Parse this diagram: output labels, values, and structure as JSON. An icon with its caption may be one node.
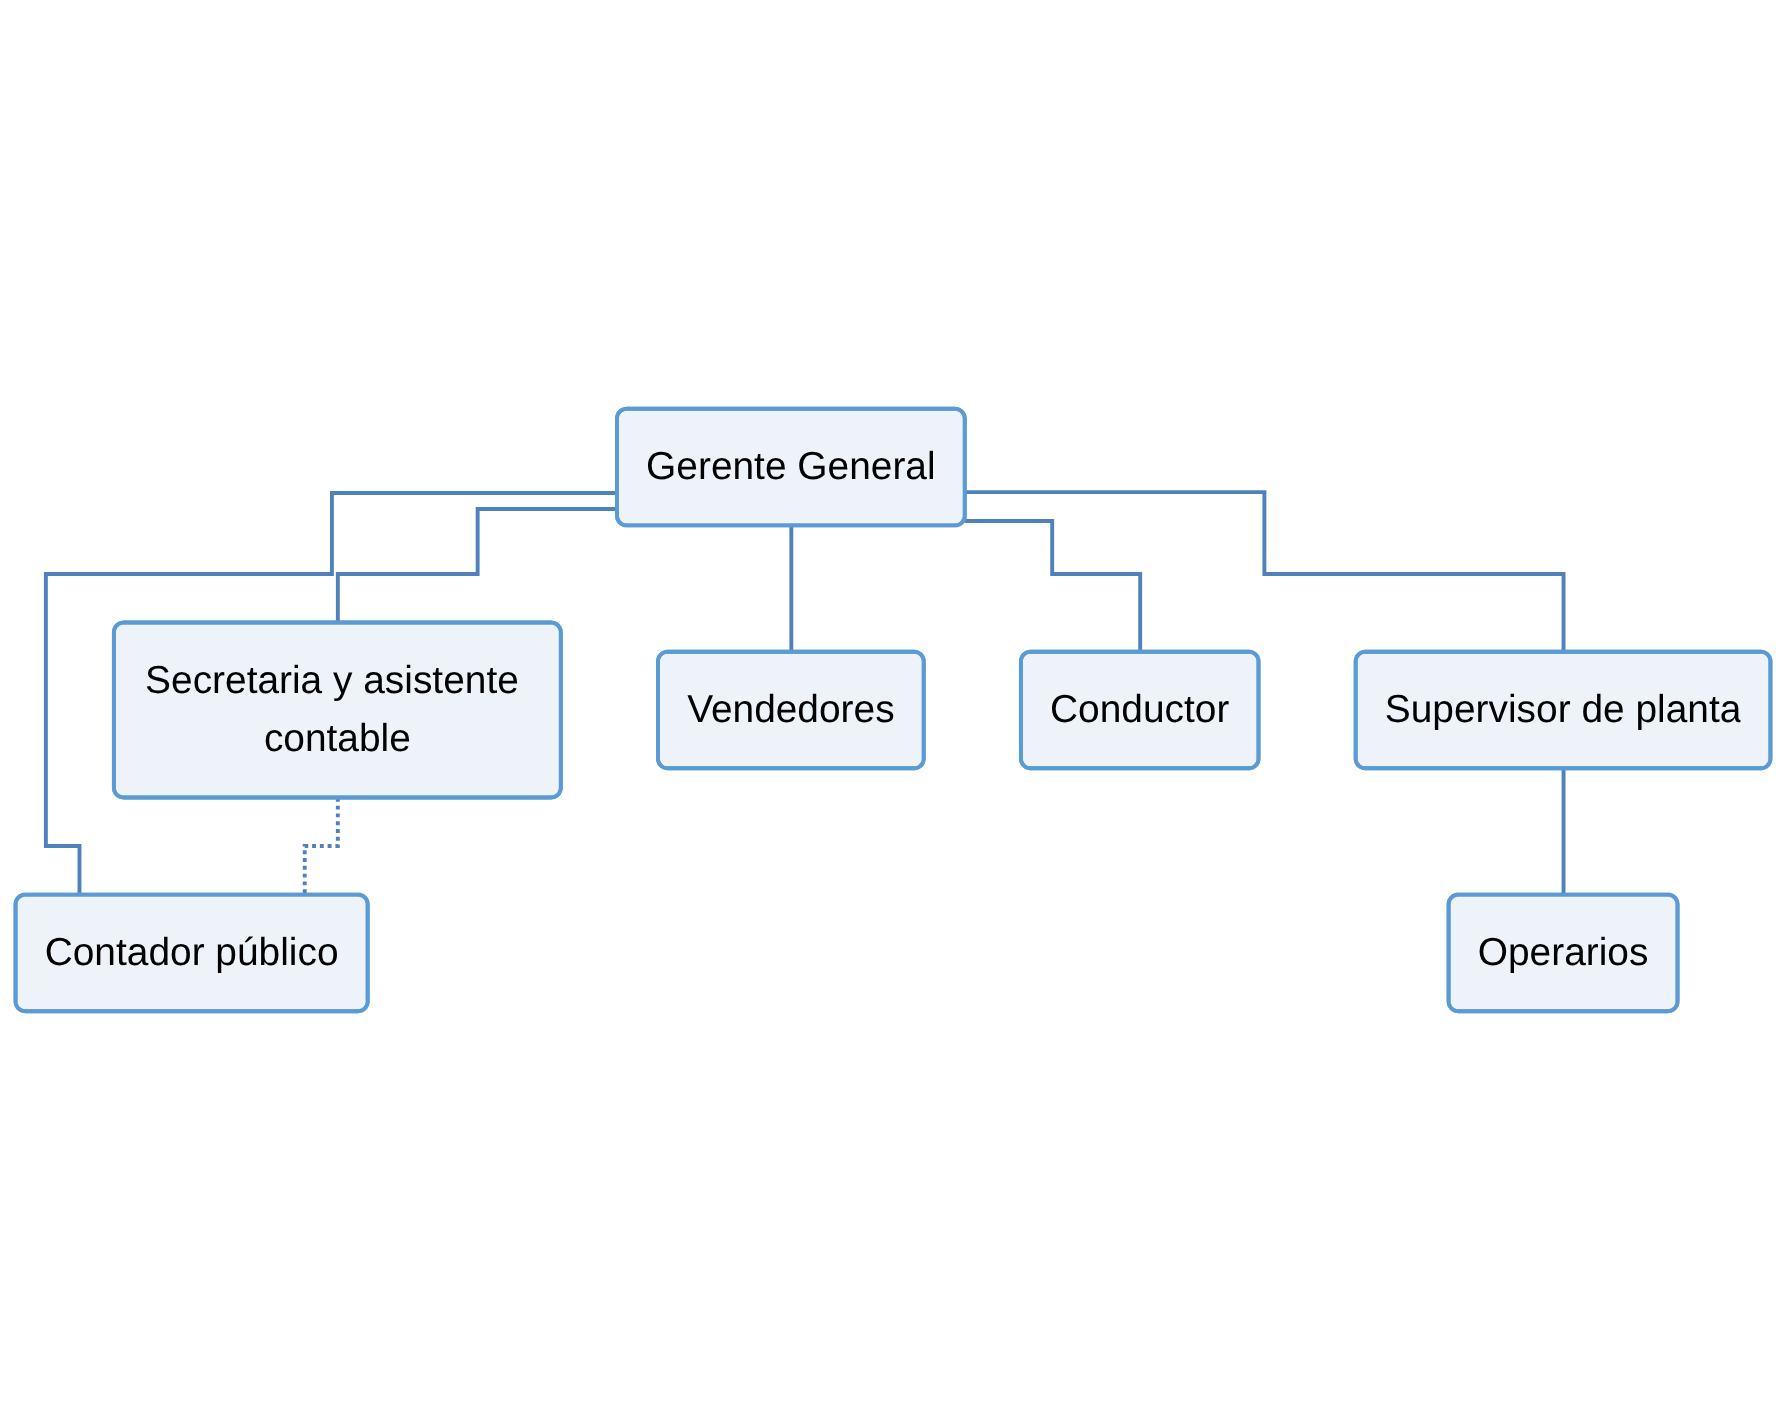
{
  "diagram": {
    "nodes": [
      {
        "text": [
          "Gerente General"
        ]
      },
      {
        "text": [
          "Secretaria y asistente contable"
        ]
      },
      {
        "text": [
          "Supervisor de planta"
        ]
      },
      {
        "text": [
          "Contador público"
        ]
      },
      {
        "text": [
          "Operarios"
        ]
      },
      {
        "text": [
          "Vendedores"
        ]
      },
      {
        "text": [
          "Conductor"
        ]
      }
    ],
    "edges": [
      {
        "from": 0,
        "to": 1,
        "arrow": "none"
      },
      {
        "from": 0,
        "to": 2,
        "arrow": "none"
      },
      {
        "from": 0,
        "to": 3,
        "arrow": "none"
      },
      {
        "from": 1,
        "to": 3,
        "arrow": "none",
        "style": "dashed"
      },
      {
        "from": 2,
        "to": 4,
        "arrow": "none"
      },
      {
        "from": 0,
        "to": 5,
        "arrow": "none"
      },
      {
        "from": 0,
        "to": 6,
        "arrow": "none"
      }
    ]
  }
}
